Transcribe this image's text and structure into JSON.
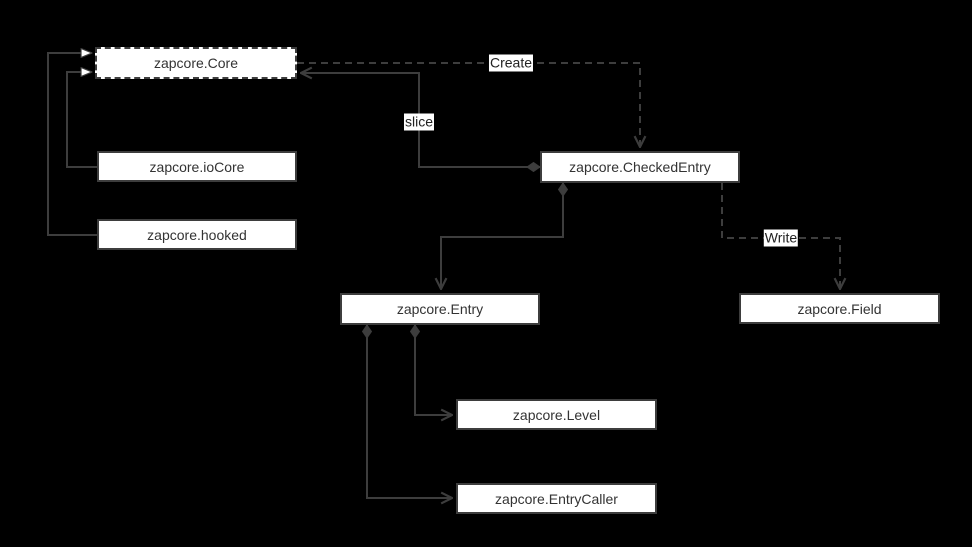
{
  "diagram": {
    "background_color": "#000000",
    "line_color": "#3d3d3d",
    "box_fill_color": "#ffffff",
    "box_text_color": "#333333",
    "nodes": [
      {
        "id": "core",
        "label": "zapcore.Core",
        "border_style": "dashed"
      },
      {
        "id": "iocore",
        "label": "zapcore.ioCore",
        "border_style": "solid"
      },
      {
        "id": "hooked",
        "label": "zapcore.hooked",
        "border_style": "solid"
      },
      {
        "id": "checkedentry",
        "label": "zapcore.CheckedEntry",
        "border_style": "solid"
      },
      {
        "id": "entry",
        "label": "zapcore.Entry",
        "border_style": "solid"
      },
      {
        "id": "field",
        "label": "zapcore.Field",
        "border_style": "solid"
      },
      {
        "id": "level",
        "label": "zapcore.Level",
        "border_style": "solid"
      },
      {
        "id": "entrycaller",
        "label": "zapcore.EntryCaller",
        "border_style": "solid"
      }
    ],
    "edge_labels": {
      "create": "Create",
      "slice": "slice",
      "write": "Write"
    },
    "edges": [
      {
        "from": "zapcore.hooked",
        "to": "zapcore.Core",
        "style": "solid hollow-triangle (implements)"
      },
      {
        "from": "zapcore.ioCore",
        "to": "zapcore.Core",
        "style": "solid hollow-triangle (implements)"
      },
      {
        "from": "zapcore.Core",
        "to": "zapcore.CheckedEntry",
        "style": "dashed open-arrow",
        "label": "Create"
      },
      {
        "from": "zapcore.CheckedEntry",
        "to": "zapcore.Core",
        "style": "solid open-arrow diamond-source",
        "label": "slice"
      },
      {
        "from": "zapcore.CheckedEntry",
        "to": "zapcore.Entry",
        "style": "solid open-arrow diamond-source"
      },
      {
        "from": "zapcore.Entry",
        "to": "zapcore.Level",
        "style": "solid open-arrow diamond-source"
      },
      {
        "from": "zapcore.Entry",
        "to": "zapcore.EntryCaller",
        "style": "solid open-arrow diamond-source"
      },
      {
        "from": "zapcore.CheckedEntry",
        "to": "zapcore.Field",
        "style": "dashed open-arrow",
        "label": "Write"
      }
    ]
  }
}
